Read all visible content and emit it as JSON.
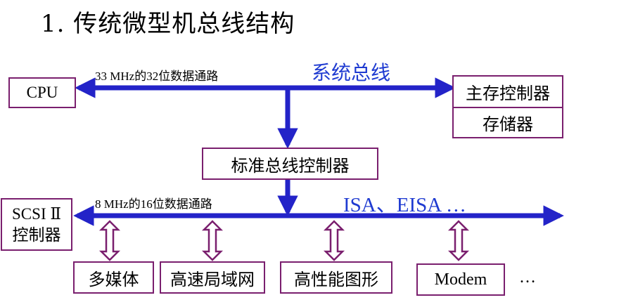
{
  "title": "1. 传统微型机总线结构",
  "system_bus": {
    "label": "系统总线",
    "speed_label": "33 MHz的32位数据通路"
  },
  "expansion_bus": {
    "label": "ISA、EISA …",
    "speed_label": "8 MHz的16位数据通路"
  },
  "boxes": {
    "cpu": "CPU",
    "main_memory_controller": "主存控制器",
    "memory": "存储器",
    "bus_controller": "标准总线控制器",
    "scsi_line1": "SCSI Ⅱ",
    "scsi_line2": "控制器",
    "multimedia": "多媒体",
    "lan": "高速局域网",
    "graphics": "高性能图形",
    "modem": "Modem"
  },
  "ellipsis": "…",
  "colors": {
    "bus": "#2323c8",
    "box_border": "#7a1f6e",
    "blue_text": "#1f3bd1"
  }
}
